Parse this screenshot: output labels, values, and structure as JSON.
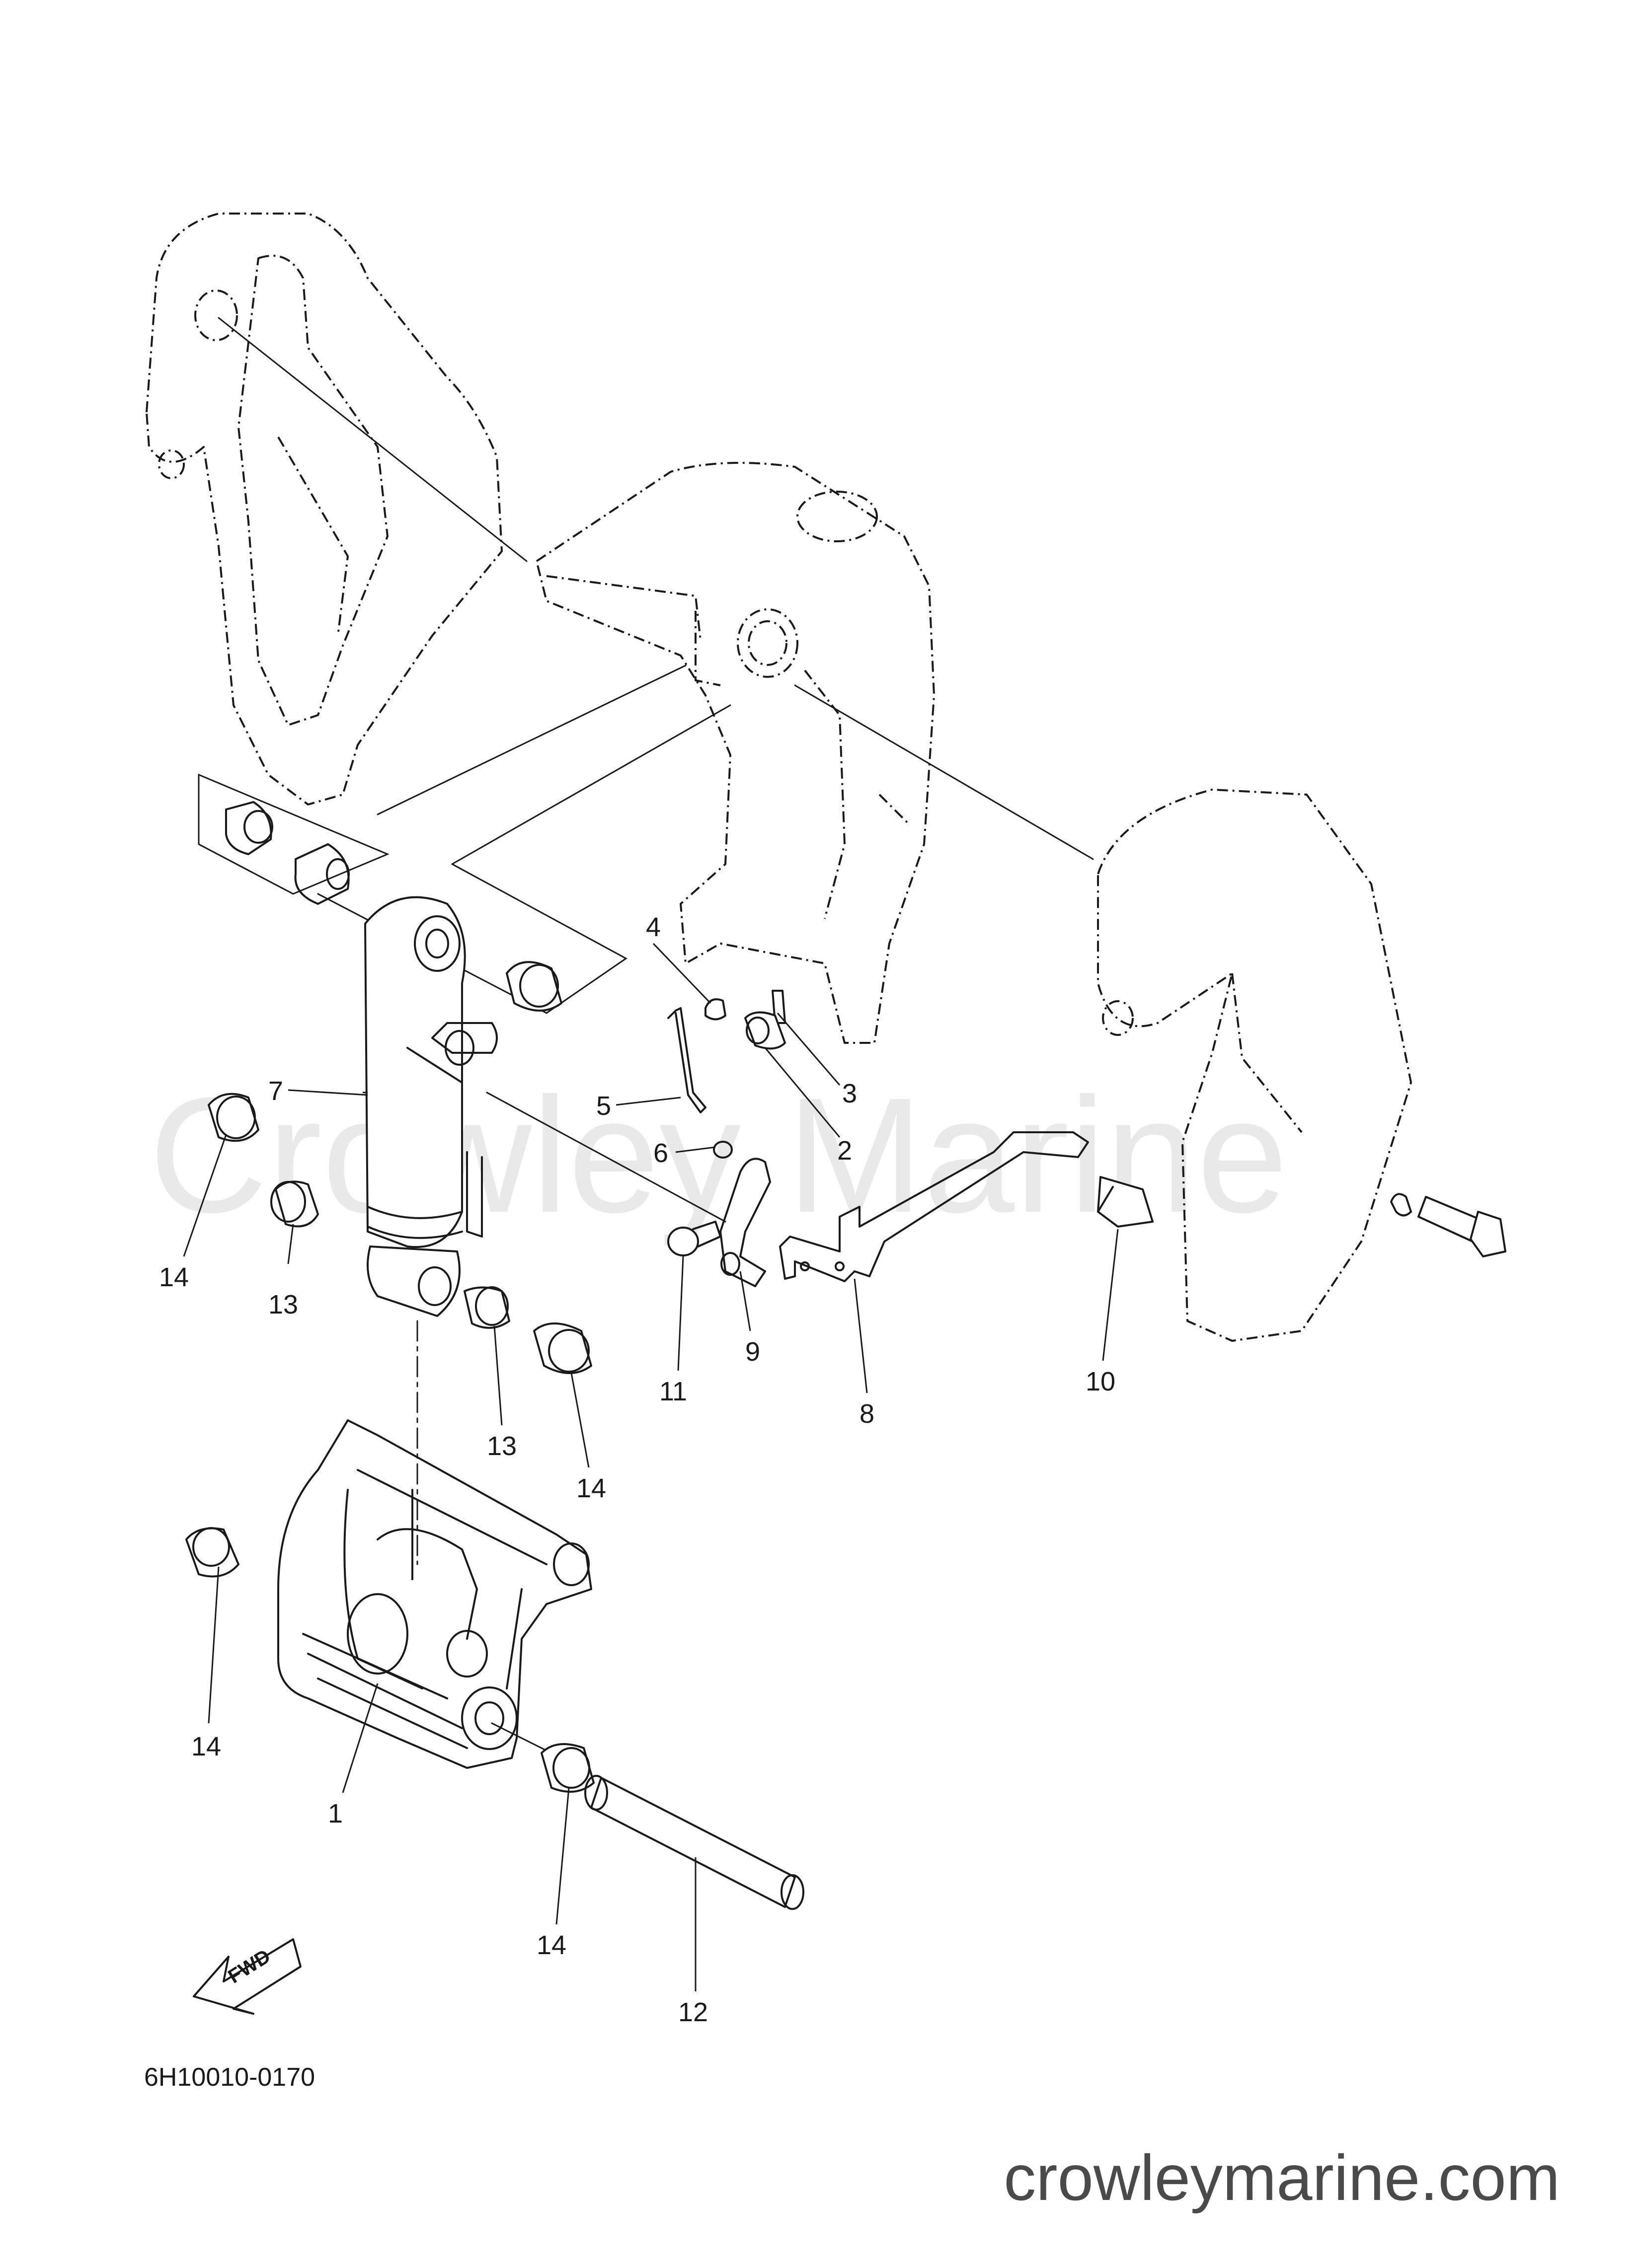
{
  "watermark": "Crowley Marine",
  "footer_url": "crowleymarine.com",
  "diagram_code": "6H10010-0170",
  "fwd_label": "FWD",
  "callouts": [
    "1",
    "2",
    "3",
    "4",
    "5",
    "6",
    "7",
    "8",
    "9",
    "10",
    "11",
    "12",
    "13",
    "13",
    "14",
    "14",
    "14",
    "14"
  ],
  "colors": {
    "line": "#1a1a1a",
    "watermark": "#e9e9e9",
    "footer": "#4a4a4a"
  }
}
